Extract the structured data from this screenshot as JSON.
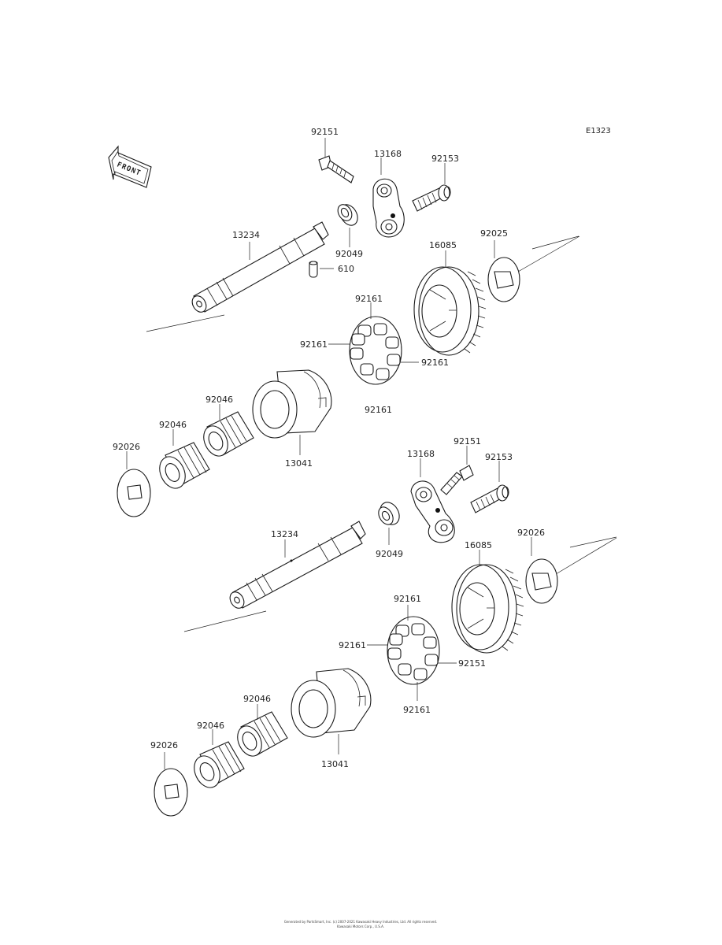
{
  "diagram": {
    "code": "E1323",
    "front_label": "FRONT",
    "copyright": [
      "Generated by PartsSmart, Inc. (c) 2007-2021 Kawasaki Heavy Industries, Ltd. All rights reserved.",
      "Kawasaki Motors Corp., U.S.A."
    ],
    "upper_labels": {
      "bolt_92151": "92151",
      "arm_13168": "13168",
      "bolt_92153": "92153",
      "shaft_13234": "13234",
      "seal_92049": "92049",
      "pin_610": "610",
      "gear_16085": "16085",
      "washer_92025": "92025",
      "damper_top": "92161",
      "damper_left": "92161",
      "damper_right": "92161",
      "damper_bottom": "92161",
      "sleeve_13041": "13041",
      "bearing_a": "92046",
      "bearing_b": "92046",
      "washer_92026": "92026"
    },
    "lower_labels": {
      "bolt_92151": "92151",
      "arm_13168": "13168",
      "bolt_92153": "92153",
      "shaft_13234": "13234",
      "seal_92049": "92049",
      "gear_16085": "16085",
      "washer_92026_right": "92026",
      "damper_top": "92161",
      "damper_left": "92161",
      "damper_right": "92151",
      "damper_bottom": "92161",
      "sleeve_13041": "13041",
      "bearing_a": "92046",
      "bearing_b": "92046",
      "washer_92026": "92026"
    }
  }
}
